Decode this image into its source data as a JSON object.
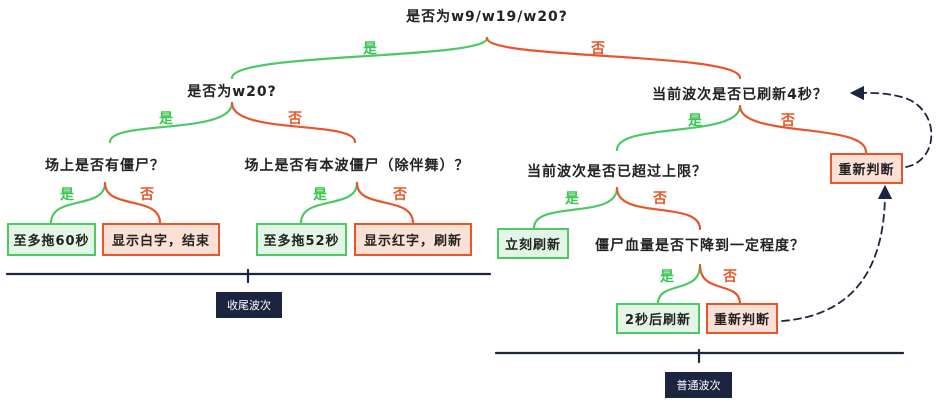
{
  "root": {
    "question": "是否为w9/w19/w20?",
    "yes": "是",
    "no": "否"
  },
  "left": {
    "question": "是否为w20?",
    "yes": "是",
    "no": "否",
    "q1": {
      "question": "场上是否有僵尸？",
      "yes": "是",
      "no": "否",
      "yes_result": "至多拖60秒",
      "no_result": "显示白字，结束"
    },
    "q2": {
      "question": "场上是否有本波僵尸（除伴舞）？",
      "yes": "是",
      "no": "否",
      "yes_result": "至多拖52秒",
      "no_result": "显示红字，刷新"
    },
    "section_label": "收尾波次"
  },
  "right": {
    "question": "当前波次是否已刷新4秒？",
    "yes": "是",
    "no": "否",
    "no_result": "重新判断",
    "q1": {
      "question": "当前波次是否已超过上限？",
      "yes": "是",
      "no": "否",
      "yes_result": "立刻刷新"
    },
    "q2": {
      "question": "僵尸血量是否下降到一定程度？",
      "yes": "是",
      "no": "否",
      "yes_result": "2秒后刷新",
      "no_result": "重新判断"
    },
    "section_label": "普通波次"
  },
  "colors": {
    "yes": "#3cc653",
    "no": "#e8552a",
    "badge": "#1b2540"
  }
}
